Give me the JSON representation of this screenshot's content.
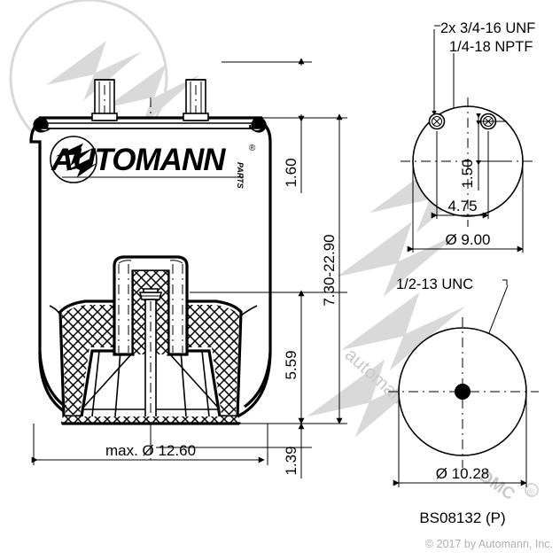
{
  "drawing": {
    "part_number": "BS08132 (P)",
    "copyright": "© 2017 by Automann, Inc.",
    "brand": "AUTOMANN",
    "brand_superscript": "PARTS",
    "brand_registered": "®",
    "watermark_text": "automann.com"
  },
  "notes": {
    "top_thread_1": "2x 3/4-16 UNF",
    "top_thread_2": "1/4-18 NPTF",
    "bottom_thread": "1/2-13 UNC"
  },
  "dimensions": {
    "bellows_max_diameter": "max. Ø 12.60",
    "top_plate_height": "1.60",
    "overall_stroke_range": "7.30-22.90",
    "piston_height": "5.59",
    "rod_extension": "1.39",
    "top_plate_hole_spacing": "4.75",
    "top_plate_hole_offset": "1.50",
    "top_plate_diameter": "Ø 9.00",
    "piston_base_diameter": "Ø 10.28"
  },
  "colors": {
    "line": "#000000",
    "paper": "#ffffff",
    "watermark": "#d9d9d9",
    "copyright": "#b0b0b0"
  }
}
